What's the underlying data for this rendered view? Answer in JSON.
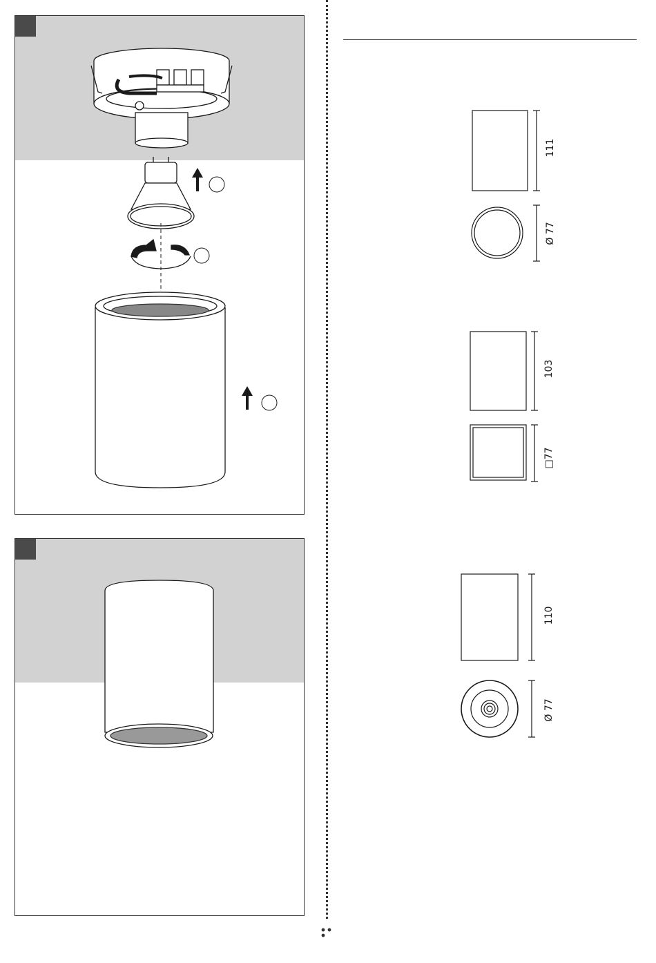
{
  "steps": [
    {
      "id": "step-removal",
      "marker": "",
      "callouts": [
        "",
        "",
        ""
      ]
    },
    {
      "id": "step-installed",
      "marker": ""
    }
  ],
  "models": [
    {
      "name": "cylinder",
      "height_label": "111",
      "width_label": "Ø 77"
    },
    {
      "name": "square",
      "height_label": "103",
      "width_label": "□77"
    },
    {
      "name": "cylinder-spot",
      "height_label": "110",
      "width_label": "Ø 77"
    }
  ],
  "colors": {
    "panel_gray": "#d2d2d2",
    "line": "#1a1a1a",
    "marker": "#4a4a4a"
  }
}
